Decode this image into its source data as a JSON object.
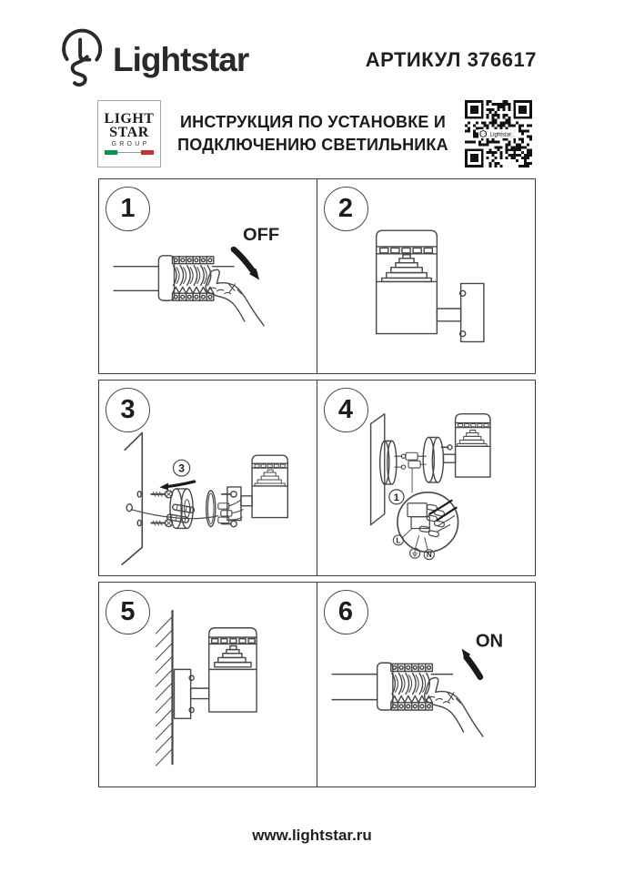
{
  "document": {
    "brand": "Lightstar",
    "article": "АРТИКУЛ 376617",
    "title_line1": "ИНСТРУКЦИЯ ПО УСТАНОВКЕ И",
    "title_line2": "ПОДКЛЮЧЕНИЮ СВЕТИЛЬНИКА",
    "website": "www.lightstar.ru",
    "qr_caption": "Lightstar",
    "group_logo": {
      "word1": "LIGHT",
      "word2": "STAR",
      "word3": "GROUP"
    }
  },
  "steps": [
    {
      "number": "1",
      "label": "OFF"
    },
    {
      "number": "2"
    },
    {
      "number": "3",
      "callout": "3"
    },
    {
      "number": "4",
      "callout": "1",
      "terminals": {
        "line": "L",
        "neutral": "N"
      }
    },
    {
      "number": "5"
    },
    {
      "number": "6",
      "label": "ON"
    }
  ],
  "colors": {
    "ink": "#231f20",
    "line_art": "#48484a",
    "panel_border": "#3f3f41",
    "flag_green": "#0a9347",
    "flag_red": "#cd2f37"
  }
}
